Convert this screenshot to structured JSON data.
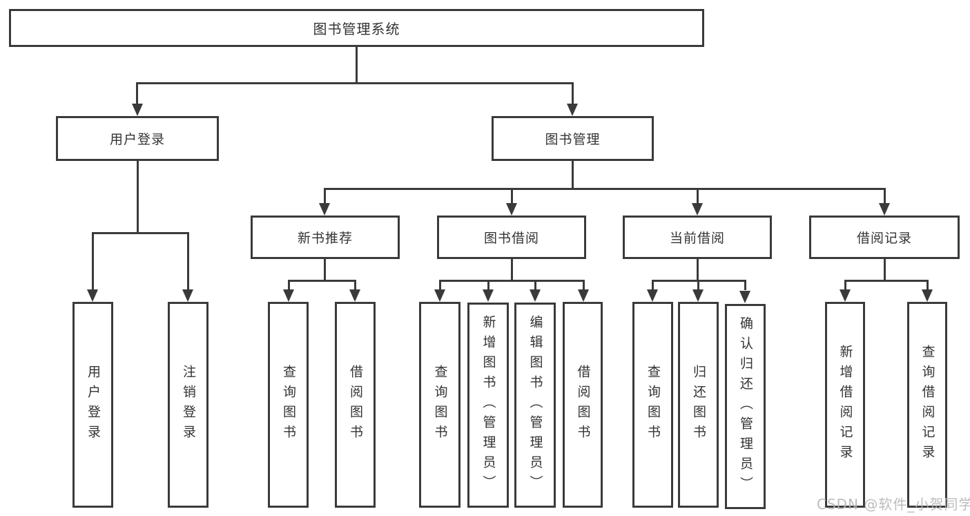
{
  "colors": {
    "line": "#3a3a3a",
    "text": "#333333",
    "background": "#ffffff",
    "watermark": "#b5b5b5"
  },
  "watermark": "CSDN @软件_小贺同学",
  "tree": {
    "label": "图书管理系统",
    "children": [
      {
        "label": "用户登录",
        "children": [
          {
            "label": "用户登录"
          },
          {
            "label": "注销登录"
          }
        ]
      },
      {
        "label": "图书管理",
        "children": [
          {
            "label": "新书推荐",
            "children": [
              {
                "label": "查询图书"
              },
              {
                "label": "借阅图书"
              }
            ]
          },
          {
            "label": "图书借阅",
            "children": [
              {
                "label": "查询图书"
              },
              {
                "label": "新增图书（管理员）"
              },
              {
                "label": "编辑图书（管理员）"
              },
              {
                "label": "借阅图书"
              }
            ]
          },
          {
            "label": "当前借阅",
            "children": [
              {
                "label": "查询图书"
              },
              {
                "label": "归还图书"
              },
              {
                "label": "确认归还（管理员）"
              }
            ]
          },
          {
            "label": "借阅记录",
            "children": [
              {
                "label": "新增借阅记录"
              },
              {
                "label": "查询借阅记录"
              }
            ]
          }
        ]
      }
    ]
  }
}
